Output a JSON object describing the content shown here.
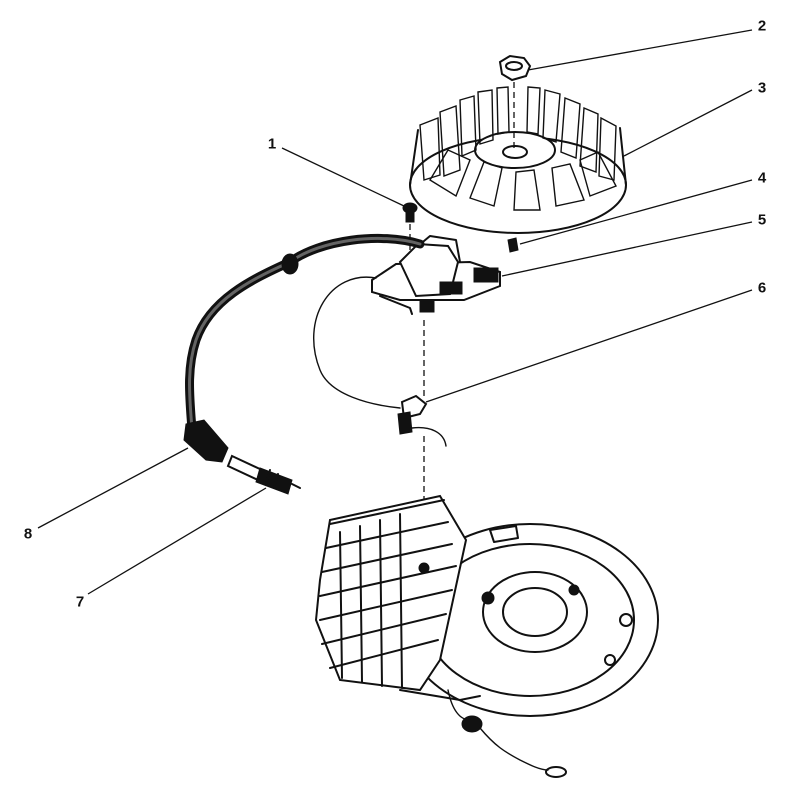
{
  "callouts": [
    {
      "id": "1",
      "label": "1"
    },
    {
      "id": "2",
      "label": "2"
    },
    {
      "id": "3",
      "label": "3"
    },
    {
      "id": "4",
      "label": "4"
    },
    {
      "id": "5",
      "label": "5"
    },
    {
      "id": "6",
      "label": "6"
    },
    {
      "id": "7",
      "label": "7"
    },
    {
      "id": "8",
      "label": "8"
    }
  ]
}
